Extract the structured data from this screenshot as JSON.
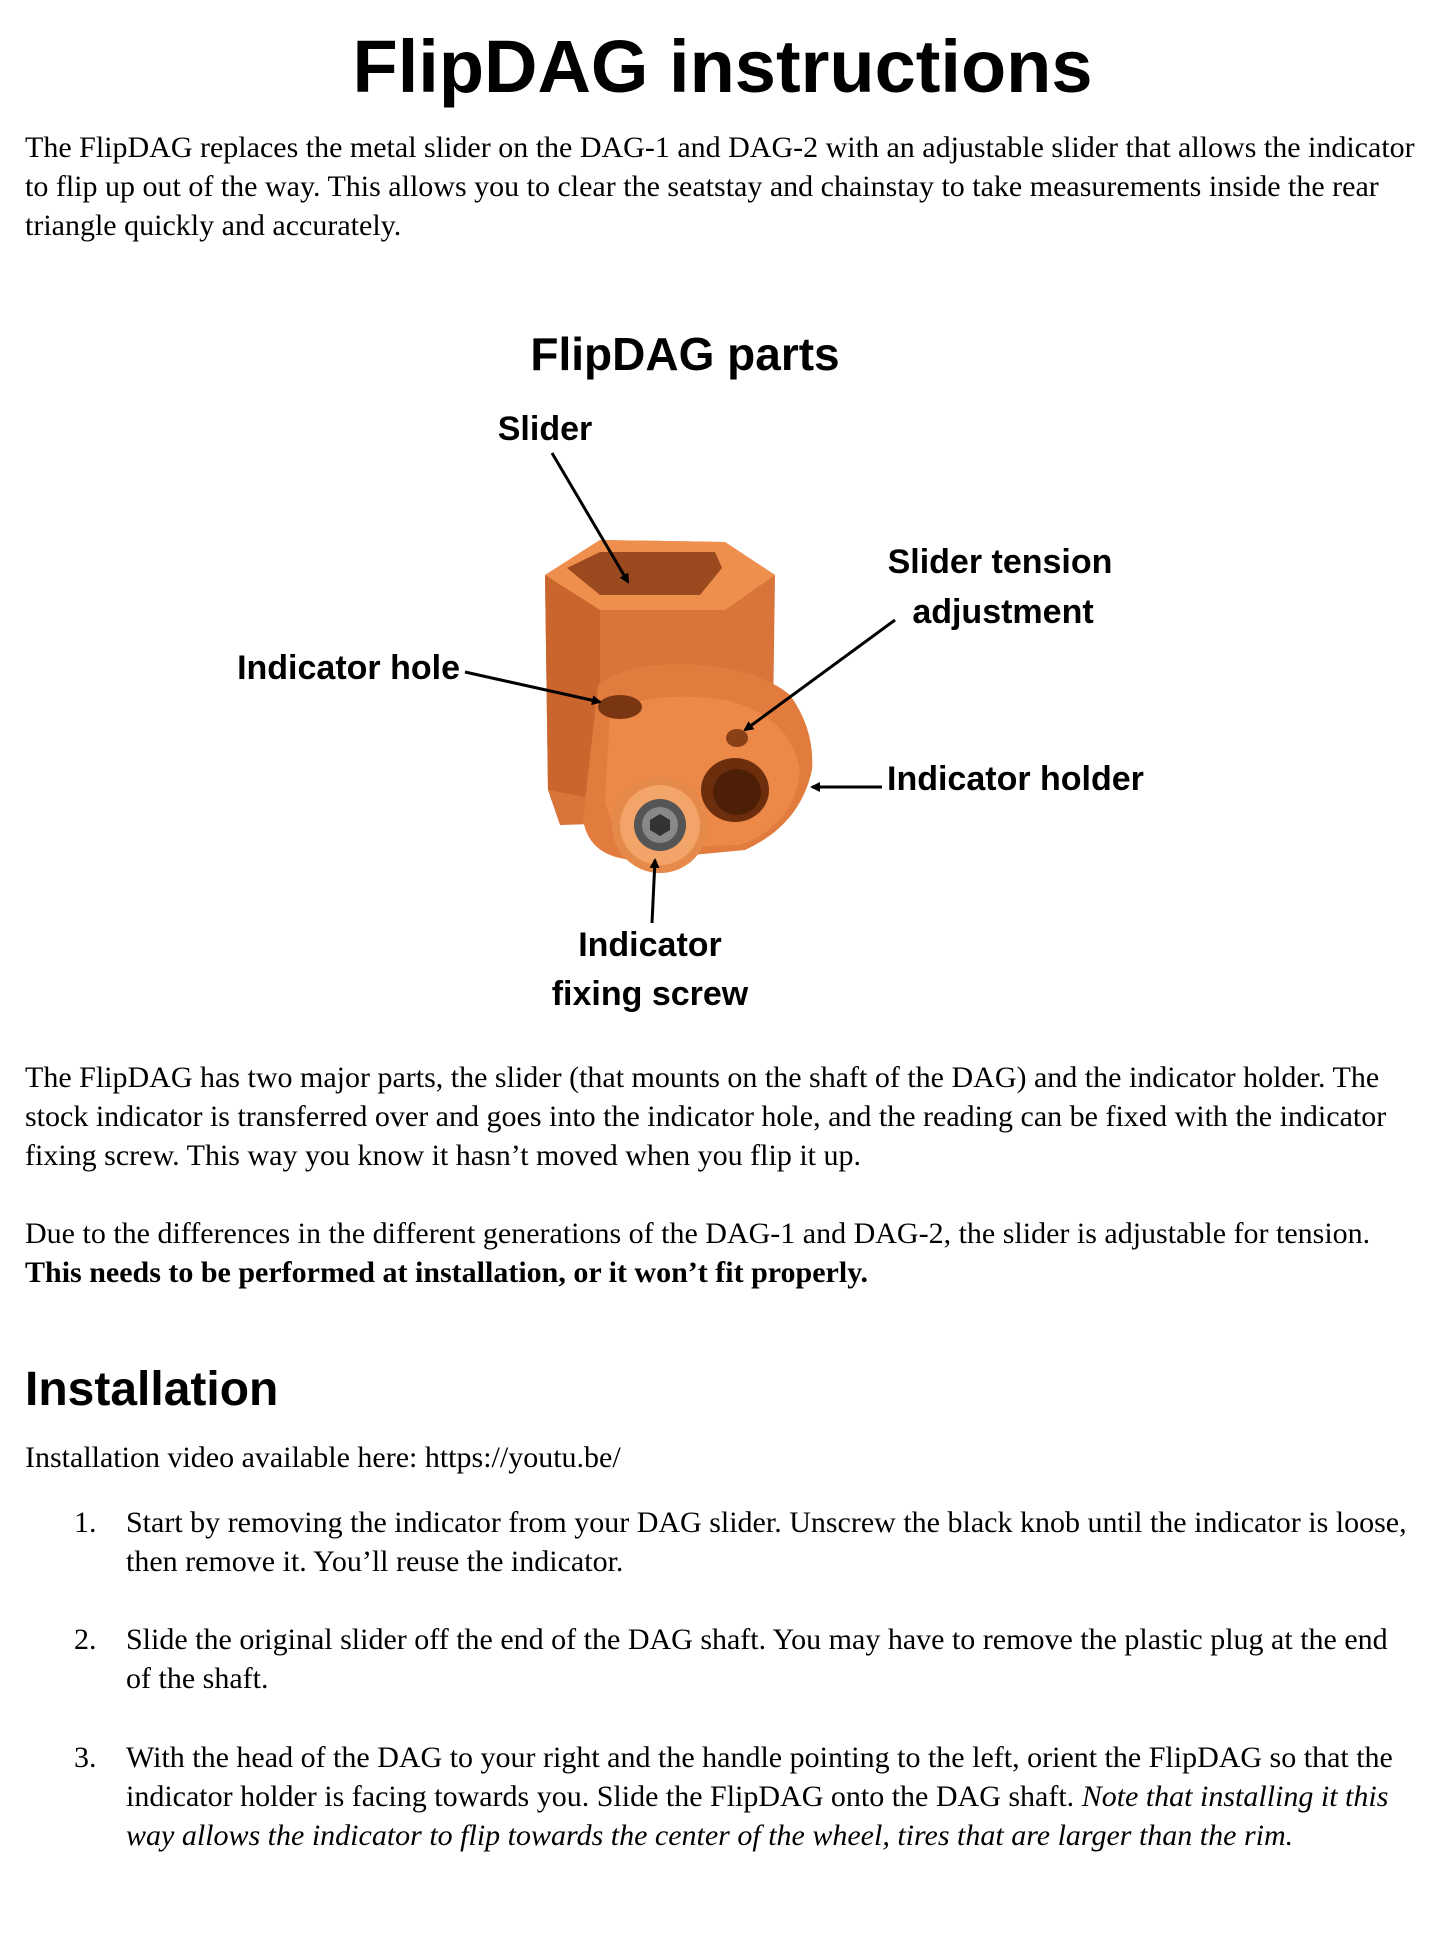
{
  "title": "FlipDAG instructions",
  "intro": "The FlipDAG replaces the metal slider on the DAG-1 and DAG-2 with an adjustable slider that allows the indicator to flip up out of the way. This allows you to clear the seatstay and chainstay to take measurements inside the rear triangle quickly and accurately.",
  "figure": {
    "title": "FlipDAG parts",
    "labels": {
      "slider": "Slider",
      "tension_line1": "Slider tension",
      "tension_line2": "adjustment",
      "indicator_hole": "Indicator hole",
      "indicator_holder": "Indicator holder",
      "screw_line1": "Indicator",
      "screw_line2": "fixing screw"
    },
    "colors": {
      "part": "#e07b3c",
      "part_dark": "#b8612c",
      "part_light": "#f09a5a"
    }
  },
  "para_parts": "The FlipDAG has two major parts, the slider (that mounts on the shaft of the DAG) and the indicator holder. The stock indicator is transferred over and goes into the indicator hole, and the reading can be fixed with the indicator fixing screw. This way you know it hasn’t moved when you flip it up.",
  "para_tension": {
    "normal": "Due to the differences in the different generations of the DAG-1 and DAG-2, the slider is adjustable for tension. ",
    "bold": "This needs to be performed at installation, or it won’t fit properly."
  },
  "installation": {
    "heading": "Installation",
    "video": "Installation video available here: https://youtu.be/",
    "steps": [
      {
        "num": "1.",
        "text": "Start by removing the indicator from your DAG slider. Unscrew the black knob until the indicator is loose, then remove it. You’ll reuse the indicator.",
        "italic": ""
      },
      {
        "num": "2.",
        "text": "Slide the original slider off the end of the DAG shaft. You may have to remove the plastic plug at the end of the shaft.",
        "italic": ""
      },
      {
        "num": "3.",
        "text": "With the head of the DAG to your right and the handle pointing to the left, orient the FlipDAG so that the indicator holder is facing towards you. Slide the FlipDAG onto the DAG shaft. ",
        "italic": "Note that installing it this way allows the indicator to flip towards the center of the wheel, tires that are larger than the rim."
      }
    ]
  }
}
